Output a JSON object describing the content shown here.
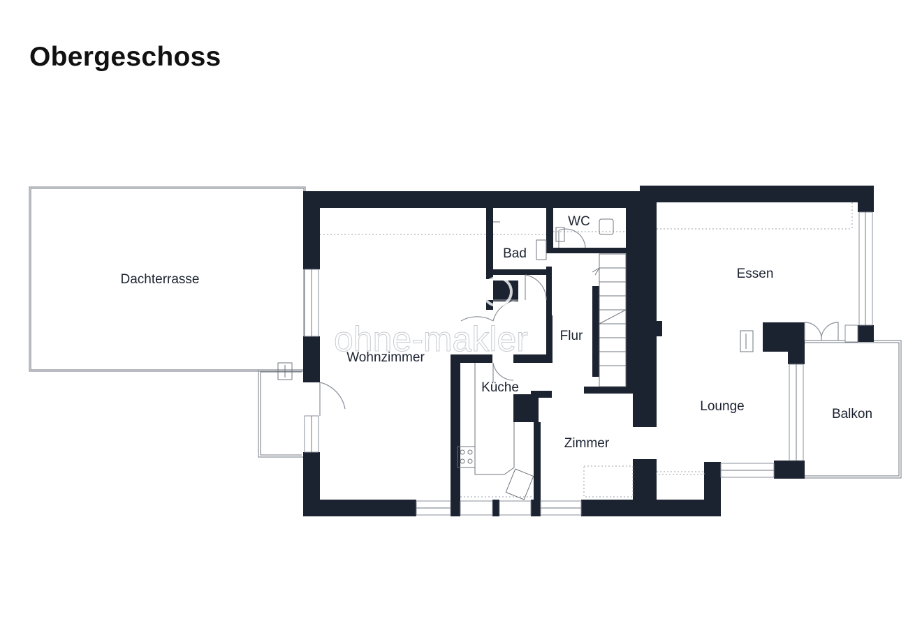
{
  "title": "Obergeschoss",
  "rooms": {
    "dachterrasse": "Dachterrasse",
    "wohnzimmer": "Wohnzimmer",
    "bad": "Bad",
    "wc": "WC",
    "flur": "Flur",
    "kueche": "Küche",
    "zimmer": "Zimmer",
    "essen": "Essen",
    "lounge": "Lounge",
    "balkon": "Balkon"
  },
  "watermark": "ohne-makler",
  "colors": {
    "wall": "#1b2230",
    "background": "#ffffff"
  }
}
